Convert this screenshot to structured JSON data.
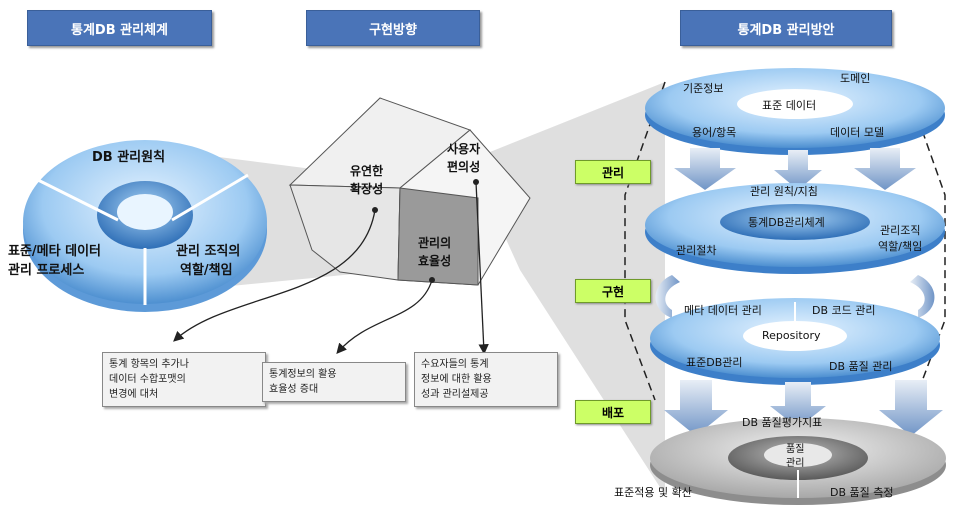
{
  "headers": {
    "left": "통계DB 관리체계",
    "center": "구현방향",
    "right": "통계DB 관리방안"
  },
  "left_wheel": {
    "top": "DB 관리원칙",
    "left_line1": "표준/메타 데이터",
    "left_line2": "관리 프로세스",
    "right_line1": "관리 조직의",
    "right_line2": "역할/책임"
  },
  "cube": {
    "face1_line1": "유연한",
    "face1_line2": "확장성",
    "face2_line1": "사용자",
    "face2_line2": "편의성",
    "face3_line1": "관리의",
    "face3_line2": "효율성"
  },
  "notes": {
    "note1": [
      "통계 항목의 추가나",
      "데이터 수합포맷의",
      "변경에 대처"
    ],
    "note2": [
      "통계정보의 활용",
      "효율성 증대"
    ],
    "note3": [
      "수요자들의 통계",
      "정보에 대한 활용",
      "성과 관리설제공"
    ]
  },
  "stages": {
    "manage": "관리",
    "implement": "구현",
    "deploy": "배포"
  },
  "disk1": {
    "center": "표준 데이터",
    "top_left": "기준정보",
    "top_right": "도메인",
    "bottom_left": "용어/항목",
    "bottom_right": "데이터 모델"
  },
  "disk2": {
    "top": "관리 원칙/지침",
    "center": "통계DB관리체계",
    "left": "관리절차",
    "right_line1": "관리조직",
    "right_line2": "역할/책임"
  },
  "disk3": {
    "top_left": "메타 데이터 관리",
    "top_right": "DB 코드 관리",
    "center": "Repository",
    "bottom_left": "표준DB관리",
    "bottom_right": "DB 품질 관리"
  },
  "disk4": {
    "top": "DB 품질평가지표",
    "center_line1": "품질",
    "center_line2": "관리",
    "bottom_left": "표준적용 및 확산",
    "bottom_right": "DB 품질 측정"
  },
  "colors": {
    "header": "#4a74b8",
    "stage_tag": "#ccff66",
    "disk_blue": "#7fb2e6",
    "disk_grey": "#c8c8c8"
  }
}
